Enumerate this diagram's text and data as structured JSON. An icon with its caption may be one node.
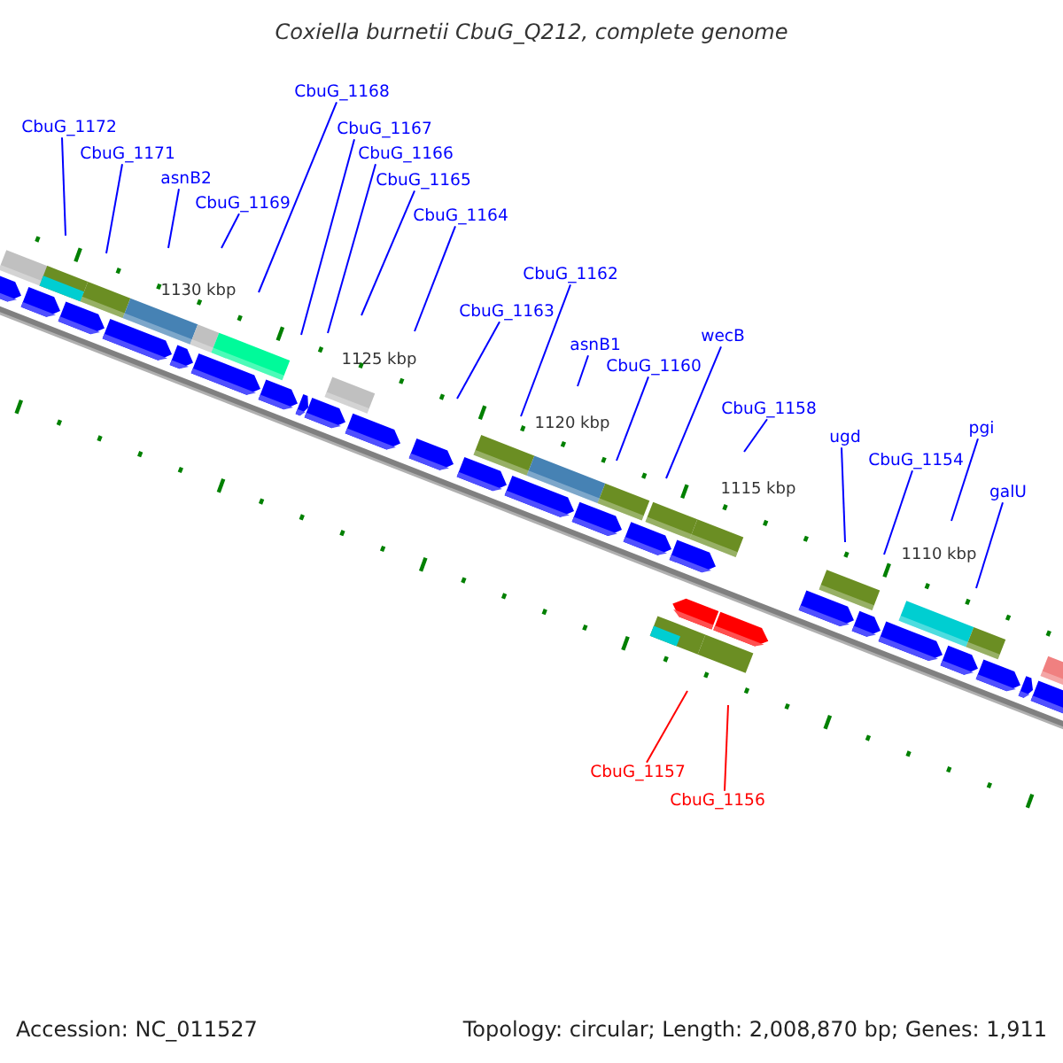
{
  "diagram": {
    "title": "Coxiella burnetii CbuG_Q212, complete genome",
    "nodes": [
      {
        "text": [
          "CbuG_1172"
        ]
      },
      {
        "text": [
          "CbuG_1171"
        ]
      },
      {
        "text": [
          "asnB2"
        ]
      },
      {
        "text": [
          "CbuG_1169"
        ]
      },
      {
        "text": [
          "CbuG_1168"
        ]
      },
      {
        "text": [
          "CbuG_1167"
        ]
      },
      {
        "text": [
          "CbuG_1166"
        ]
      },
      {
        "text": [
          "CbuG_1165"
        ]
      },
      {
        "text": [
          "CbuG_1164"
        ]
      },
      {
        "text": [
          "CbuG_1163"
        ]
      },
      {
        "text": [
          "CbuG_1162"
        ]
      },
      {
        "text": [
          "asnB1"
        ]
      },
      {
        "text": [
          "CbuG_1160"
        ]
      },
      {
        "text": [
          "wecB"
        ]
      },
      {
        "text": [
          "CbuG_1158"
        ]
      },
      {
        "text": [
          "ugd"
        ]
      },
      {
        "text": [
          "CbuG_1154"
        ]
      },
      {
        "text": [
          "pgi"
        ]
      },
      {
        "text": [
          "galU"
        ]
      },
      {
        "text": [
          "CbuG_1157"
        ]
      },
      {
        "text": [
          "CbuG_1156"
        ]
      }
    ],
    "edges": [
      {
        "from": 0,
        "to": null,
        "arrow": "none"
      },
      {
        "from": 1,
        "to": null,
        "arrow": "none"
      },
      {
        "from": 2,
        "to": null,
        "arrow": "none"
      },
      {
        "from": 3,
        "to": null,
        "arrow": "none"
      },
      {
        "from": 4,
        "to": null,
        "arrow": "none"
      },
      {
        "from": 5,
        "to": null,
        "arrow": "none"
      },
      {
        "from": 6,
        "to": null,
        "arrow": "none"
      },
      {
        "from": 7,
        "to": null,
        "arrow": "none"
      },
      {
        "from": 8,
        "to": null,
        "arrow": "none"
      },
      {
        "from": 9,
        "to": null,
        "arrow": "none"
      },
      {
        "from": 10,
        "to": null,
        "arrow": "none"
      },
      {
        "from": 11,
        "to": null,
        "arrow": "none"
      },
      {
        "from": 12,
        "to": null,
        "arrow": "none"
      },
      {
        "from": 13,
        "to": null,
        "arrow": "none"
      },
      {
        "from": 14,
        "to": null,
        "arrow": "none"
      },
      {
        "from": 15,
        "to": null,
        "arrow": "none"
      },
      {
        "from": 16,
        "to": null,
        "arrow": "none"
      },
      {
        "from": 17,
        "to": null,
        "arrow": "none"
      },
      {
        "from": 18,
        "to": null,
        "arrow": "none"
      },
      {
        "from": 19,
        "to": null,
        "arrow": "none",
        "color": "#ff0000"
      },
      {
        "from": 20,
        "to": null,
        "arrow": "none",
        "color": "#ff0000"
      }
    ],
    "labels": [
      "1130 kbp",
      "1125 kbp",
      "1120 kbp",
      "1115 kbp",
      "1110 kbp",
      "Accession: NC_011527",
      "Topology: circular; Length: 2,008,870 bp; Genes: 1,911"
    ]
  }
}
